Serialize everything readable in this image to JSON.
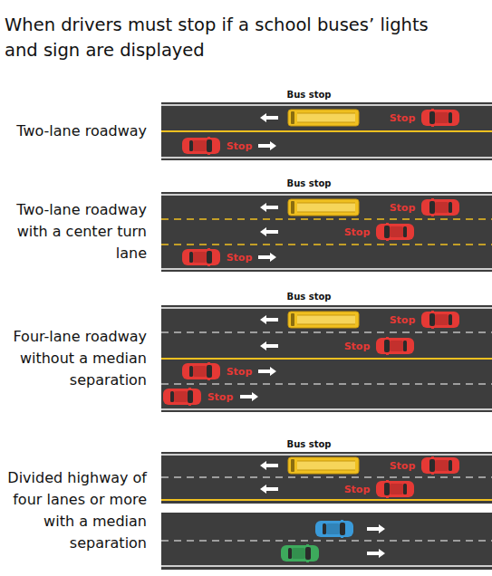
{
  "diagram": {
    "title": "When drivers must stop if a school buses’ lights and sign are displayed",
    "nodes": [
      {
        "text": [
          "Two-lane roadway",
          "Bus stop",
          "Stop",
          "Stop"
        ]
      },
      {
        "text": [
          "Two-lane roadway with a center turn lane",
          "Bus stop",
          "Stop",
          "Stop",
          "Stop"
        ]
      },
      {
        "text": [
          "Four-lane roadway without a median separation",
          "Bus stop",
          "Stop",
          "Stop",
          "Stop",
          "Stop"
        ]
      },
      {
        "text": [
          "Divided highway of four lanes or more with a median separation",
          "Bus stop",
          "Stop",
          "Stop"
        ]
      }
    ]
  }
}
